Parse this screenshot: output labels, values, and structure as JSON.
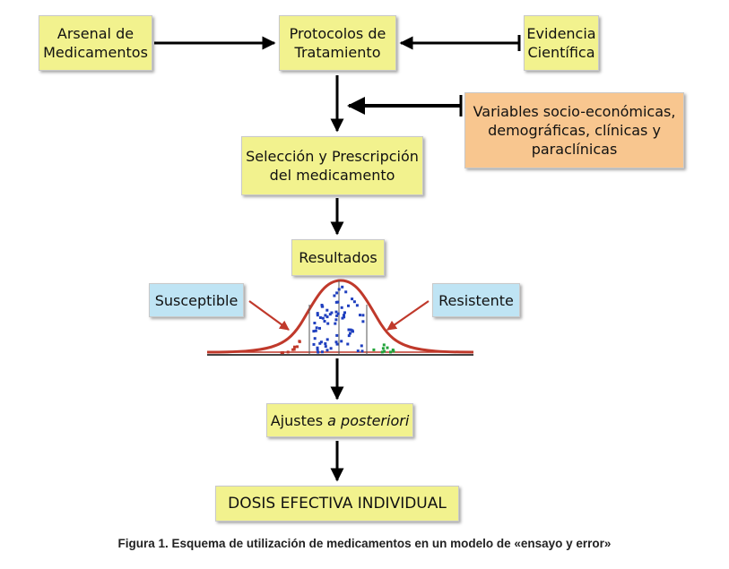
{
  "nodes": {
    "arsenal": [
      "Arsenal de",
      "Medicamentos"
    ],
    "protocolos": [
      "Protocolos de",
      "Tratamiento"
    ],
    "evidencia": [
      "Evidencia",
      "Científica"
    ],
    "variables": [
      "Variables socio-económicas,",
      "demográficas, clínicas y",
      "paraclínicas"
    ],
    "seleccion": [
      "Selección y Prescripción",
      "del medicamento"
    ],
    "resultados": "Resultados",
    "susceptible": "Susceptible",
    "resistente": "Resistente",
    "ajustes": {
      "text": "Ajustes ",
      "italic": "a posteriori"
    },
    "dosis": "DOSIS EFECTIVA  INDIVIDUAL"
  },
  "colors": {
    "yellow_box": "#f2f28e",
    "orange_box": "#f8c68f",
    "blue_box": "#bfe4f4",
    "curve": "#c0392b",
    "dots_blue": "#1f3fbf",
    "dots_red": "#c0392b",
    "dots_green": "#22a33a"
  },
  "caption": "Figura 1. Esquema de utilización de medicamentos en un modelo de «ensayo y error»"
}
